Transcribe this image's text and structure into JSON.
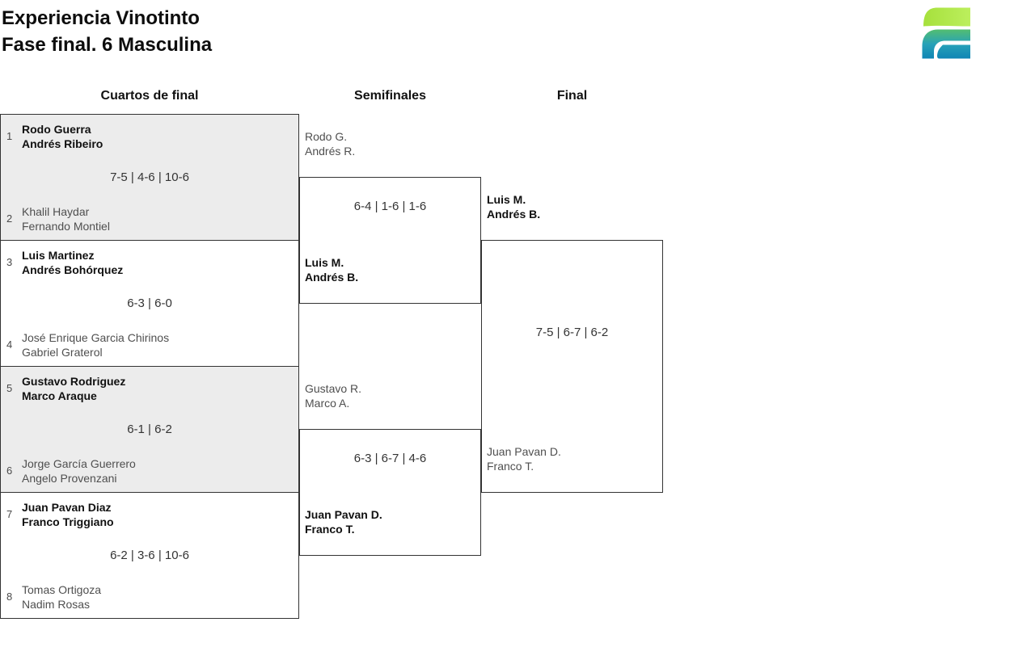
{
  "page": {
    "title_line1": "Experiencia Vinotinto",
    "title_line2": "Fase final. 6 Masculina"
  },
  "round_headers": [
    "Cuartos de final",
    "Semifinales",
    "Final"
  ],
  "quarterfinals": [
    {
      "seed_top": "1",
      "team_top": [
        "Rodo Guerra",
        "Andrés Ribeiro"
      ],
      "winner": "top",
      "score": "7-5 | 4-6 | 10-6",
      "seed_bottom": "2",
      "team_bottom": [
        "Khalil Haydar",
        "Fernando Montiel"
      ]
    },
    {
      "seed_top": "3",
      "team_top": [
        "Luis Martinez",
        "Andrés Bohórquez"
      ],
      "winner": "top",
      "score": "6-3 | 6-0",
      "seed_bottom": "4",
      "team_bottom": [
        "José Enrique Garcia Chirinos",
        "Gabriel Graterol"
      ]
    },
    {
      "seed_top": "5",
      "team_top": [
        "Gustavo Rodriguez",
        "Marco Araque"
      ],
      "winner": "top",
      "score": "6-1 | 6-2",
      "seed_bottom": "6",
      "team_bottom": [
        "Jorge García Guerrero",
        "Angelo Provenzani"
      ]
    },
    {
      "seed_top": "7",
      "team_top": [
        "Juan Pavan Diaz",
        "Franco Triggiano"
      ],
      "winner": "top",
      "score": "6-2 | 3-6 | 10-6",
      "seed_bottom": "8",
      "team_bottom": [
        "Tomas Ortigoza",
        "Nadim Rosas"
      ]
    }
  ],
  "semifinals": [
    {
      "team_top": [
        "Rodo G.",
        "Andrés R."
      ],
      "winner": "bottom",
      "score": "6-4 | 1-6 | 1-6",
      "team_bottom": [
        "Luis M.",
        "Andrés B."
      ]
    },
    {
      "team_top": [
        "Gustavo R.",
        "Marco A."
      ],
      "winner": "bottom",
      "score": "6-3 | 6-7 | 4-6",
      "team_bottom": [
        "Juan Pavan D.",
        "Franco T."
      ]
    }
  ],
  "final": {
    "team_top": [
      "Luis M.",
      "Andrés B."
    ],
    "winner": "top",
    "score": "7-5 | 6-7 | 6-2",
    "team_bottom": [
      "Juan Pavan D.",
      "Franco T."
    ]
  },
  "logo": {
    "icon": "brand-logo-icon",
    "leaf_color": "#aee74a",
    "gradient_top": "#56c06a",
    "gradient_bottom": "#0d83b4"
  },
  "colors": {
    "shaded_match_bg": "#ececec",
    "box_border": "#333333",
    "winner_text": "#111111",
    "loser_text": "#4f4f4f"
  }
}
